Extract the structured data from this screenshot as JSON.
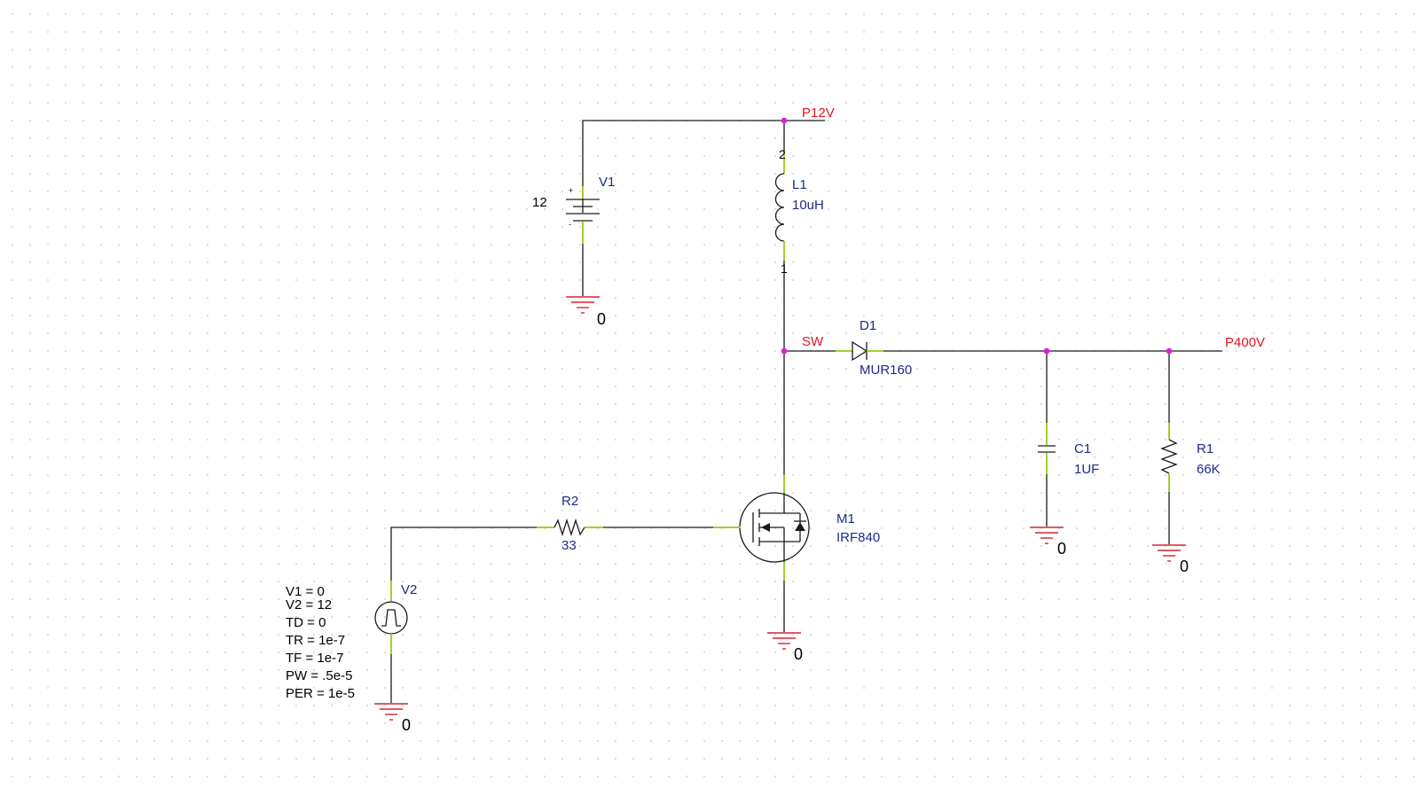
{
  "nets": {
    "p12v": "P12V",
    "sw": "SW",
    "p400v": "P400V"
  },
  "ground_label": "0",
  "components": {
    "v1": {
      "name": "V1",
      "value": "12",
      "plus": "+",
      "minus": "-"
    },
    "l1": {
      "name": "L1",
      "value": "10uH",
      "pin1": "1",
      "pin2": "2"
    },
    "d1": {
      "name": "D1",
      "value": "MUR160"
    },
    "c1": {
      "name": "C1",
      "value": "1UF"
    },
    "r1": {
      "name": "R1",
      "value": "66K"
    },
    "r2": {
      "name": "R2",
      "value": "33"
    },
    "m1": {
      "name": "M1",
      "value": "IRF840"
    },
    "v2": {
      "name": "V2",
      "params": [
        "V1 = 0",
        "V2 = 12",
        "TD = 0",
        "TR = 1e-7",
        "TF = 1e-7",
        "PW = .5e-5",
        "PER = 1e-5"
      ]
    }
  },
  "colors": {
    "wire": "#1a1a1a",
    "lead": "#9fd32a",
    "component_label": "#1c2a8c",
    "net_label": "#e0141e",
    "ground_symbol": "#d9232e",
    "junction": "#e01ce0",
    "grid_dot": "#d6d6d6"
  }
}
